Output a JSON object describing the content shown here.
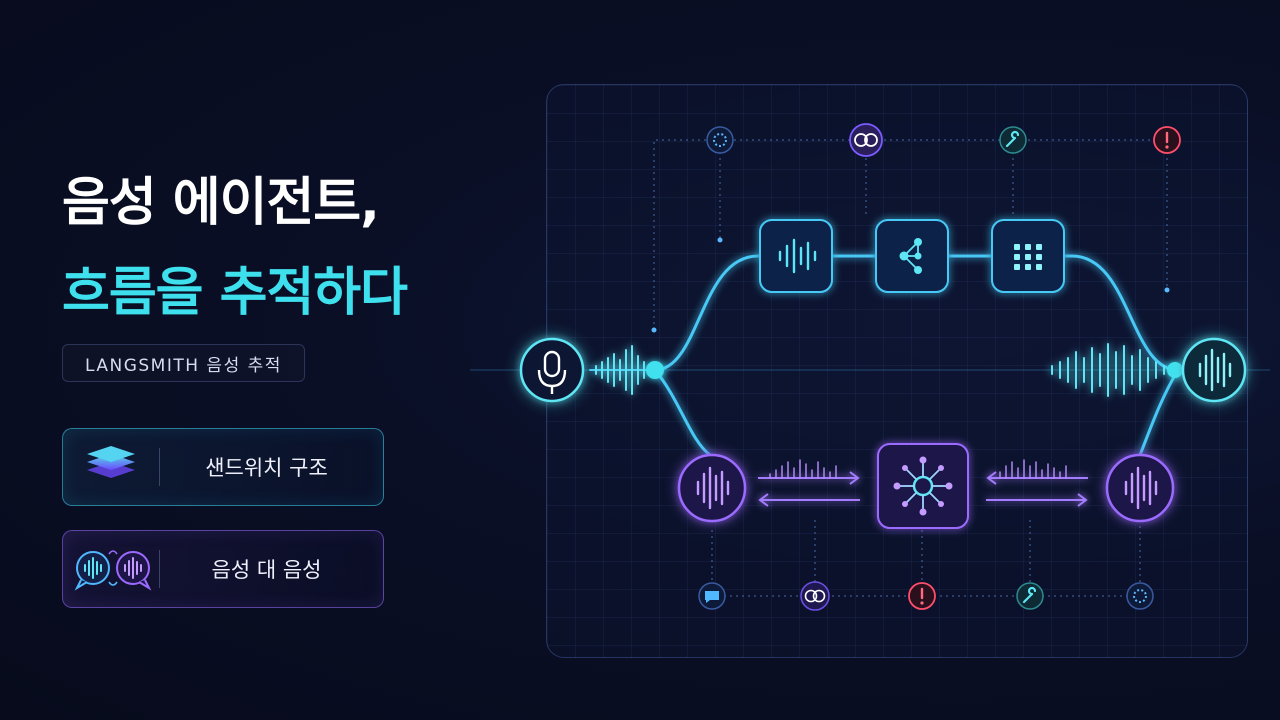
{
  "headline": {
    "line1": "음성 에이전트,",
    "line2": "흐름을 추적하다"
  },
  "tag": {
    "label": "LANGSMITH 음성 추적"
  },
  "features": [
    {
      "label": "샌드위치 구조",
      "icon": "layers-stack-icon"
    },
    {
      "label": "음성 대 음성",
      "icon": "voice-chat-bubbles-icon"
    }
  ],
  "colors": {
    "background": "#0a0f26",
    "accent_cyan": "#3fe0ee",
    "accent_purple": "#9b6bff",
    "alert_red": "#ff4d6a"
  },
  "diagram": {
    "input_node_icon": "microphone-icon",
    "output_node_icon": "waveform-icon",
    "top_path_nodes": [
      "audio-waveform-icon",
      "graph-network-icon",
      "grid-dots-icon"
    ],
    "bottom_path_nodes": [
      "waveform-circle-icon",
      "hub-network-icon",
      "waveform-circle-icon"
    ],
    "top_status_icons": [
      "loading-spinner-icon",
      "overlapping-circles-icon",
      "wrench-icon",
      "alert-icon"
    ],
    "bottom_status_icons": [
      "chat-bubble-icon",
      "overlapping-circles-icon",
      "alert-icon",
      "wrench-icon",
      "loading-spinner-icon"
    ]
  }
}
